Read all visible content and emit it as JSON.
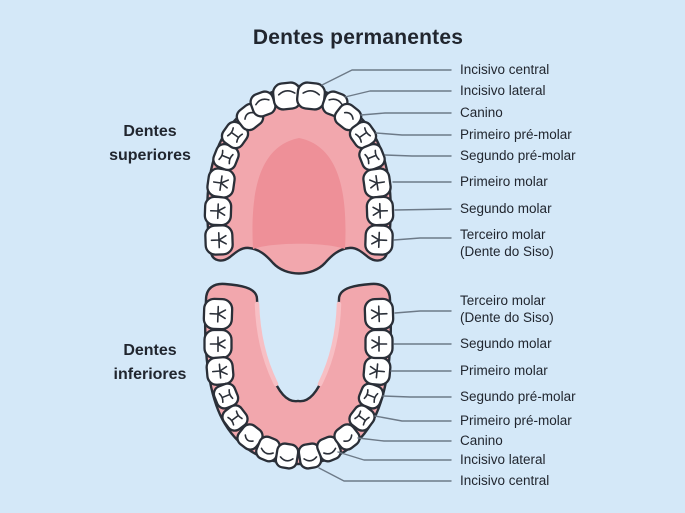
{
  "title": "Dentes permanentes",
  "upper": {
    "section_label": "Dentes\nsuperiores",
    "labels": [
      "Incisivo central",
      "Incisivo lateral",
      "Canino",
      "Primeiro pré-molar",
      "Segundo pré-molar",
      "Primeiro molar",
      "Segundo molar",
      "Terceiro molar\n(Dente do Siso)"
    ]
  },
  "lower": {
    "section_label": "Dentes\ninferiores",
    "labels": [
      "Terceiro molar\n(Dente do Siso)",
      "Segundo molar",
      "Primeiro molar",
      "Segundo pré-molar",
      "Primeiro pré-molar",
      "Canino",
      "Incisivo lateral",
      "Incisivo central"
    ]
  },
  "colors": {
    "background": "#d4e8f8",
    "text": "#21262f",
    "leader_line": "#6d7a88",
    "gum": "#f2a7ad",
    "palate": "#ee9098",
    "tooth_fill": "#ffffff",
    "tooth_outline": "#2a2f38",
    "gum_highlight": "#f7bfc4"
  }
}
